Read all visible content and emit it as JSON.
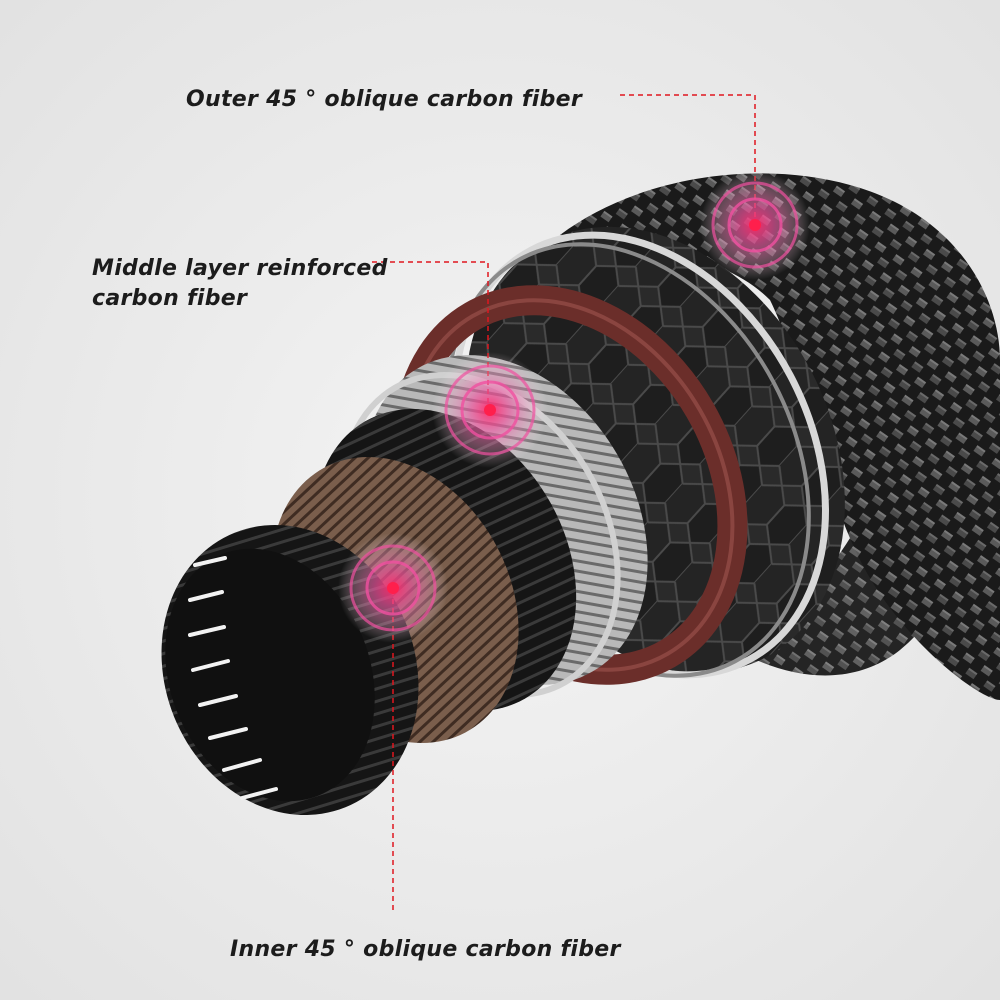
{
  "labels": {
    "outer": "Outer 45 ° oblique carbon fiber",
    "middle_line1": "Middle layer reinforced",
    "middle_line2": "carbon fiber",
    "inner": "Inner 45 ° oblique carbon fiber"
  },
  "colors": {
    "background": "#ececec",
    "leader_line": "#e0161f",
    "marker_ring": "#f050a0",
    "marker_dot": "#ff1f4c",
    "outer_weave": "#1e1e1e",
    "middle_band": "#6b2e2a",
    "hex_layer": "#262626",
    "silver_ring": "#c8c8c8",
    "inner_brown": "#6e5444",
    "inner_black": "#141414"
  }
}
